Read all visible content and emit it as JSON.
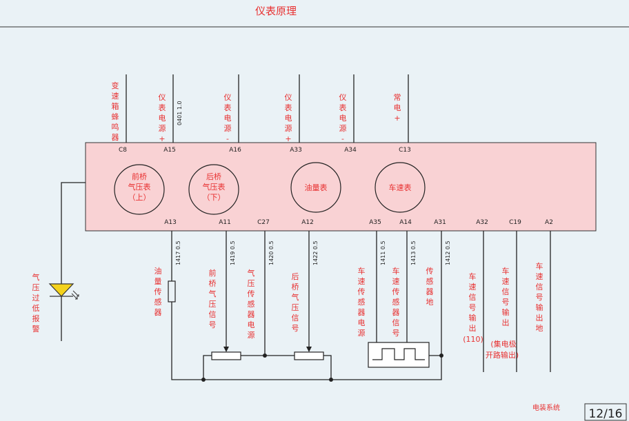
{
  "title": "仪表原理",
  "footer": {
    "system": "电装系统",
    "page": "12/16"
  },
  "colors": {
    "module_fill": "#f9d2d4",
    "label_red": "#e83030",
    "line": "#222222",
    "indicator": "#f4d21c"
  },
  "top_pins": [
    {
      "pin": "C8",
      "label": "变速箱蜂鸣器",
      "wire": ""
    },
    {
      "pin": "A15",
      "label": "仪表电源+",
      "wire": "0401 1.0"
    },
    {
      "pin": "A16",
      "label": "仪表电源-",
      "wire": ""
    },
    {
      "pin": "A33",
      "label": "仪表电源+",
      "wire": ""
    },
    {
      "pin": "A34",
      "label": "仪表电源-",
      "wire": ""
    },
    {
      "pin": "C13",
      "label": "常电+",
      "wire": ""
    }
  ],
  "gauges": [
    {
      "label": "前桥气压表（上）"
    },
    {
      "label": "后桥气压表（下）"
    },
    {
      "label": "油量表"
    },
    {
      "label": "车速表"
    }
  ],
  "bottom_pins": [
    {
      "pin": "A13",
      "wire": "1417 0.5",
      "label": "油量传感器"
    },
    {
      "pin": "A11",
      "wire": "1419 0.5",
      "label": "前桥气压信号"
    },
    {
      "pin": "C27",
      "wire": "1420 0.5",
      "label": "气压传感器电源"
    },
    {
      "pin": "A12",
      "wire": "1422 0.5",
      "label": "后桥气压信号"
    },
    {
      "pin": "A35",
      "wire": "1411 0.5",
      "label": "车速传感器电源"
    },
    {
      "pin": "A14",
      "wire": "1413 0.5",
      "label": "车速传感器信号"
    },
    {
      "pin": "A31",
      "wire": "1412 0.5",
      "label": "传感器地"
    },
    {
      "pin": "A32",
      "wire": "",
      "label": "车速信号输出",
      "extra": "(110)"
    },
    {
      "pin": "C19",
      "wire": "",
      "label": "车速信号输出",
      "extra": "(集电极开路输出)"
    },
    {
      "pin": "A2",
      "wire": "",
      "label": "车速信号输出地"
    }
  ],
  "warning_label": "气压过低报警"
}
